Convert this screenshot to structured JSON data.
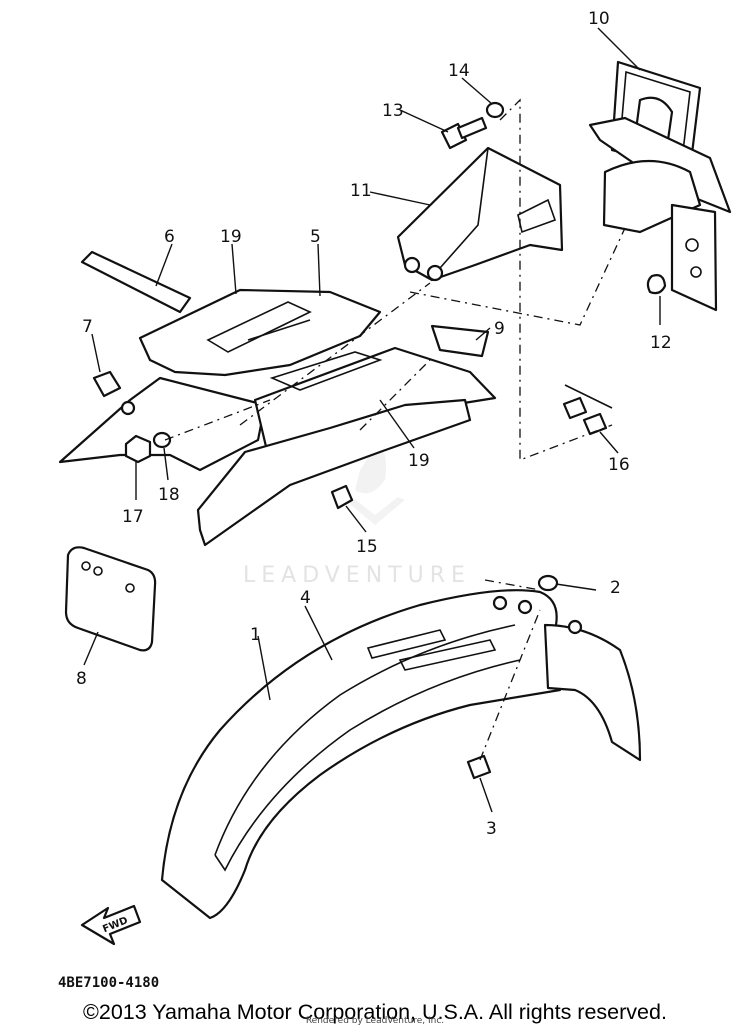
{
  "diagram": {
    "part_numbers": [
      "1",
      "2",
      "3",
      "4",
      "5",
      "6",
      "7",
      "8",
      "9",
      "10",
      "11",
      "12",
      "13",
      "14",
      "15",
      "16",
      "17",
      "18",
      "19",
      "19"
    ],
    "fwd_label": "FWD",
    "diagram_code": "4BE7100-4180",
    "watermark": "LEADVENTURE",
    "copyright": "©2013 Yamaha Motor Corporation, U.S.A. All rights reserved.",
    "rendered_by": "Rendered by LeadVenture, Inc."
  }
}
